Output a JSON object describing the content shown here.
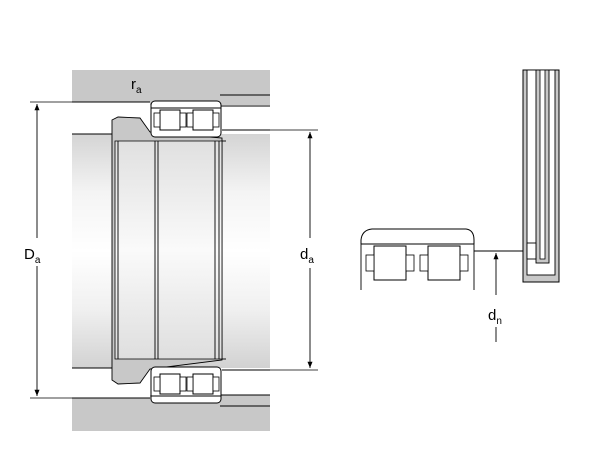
{
  "labels": {
    "ra": {
      "main": "r",
      "sub": "a"
    },
    "Da": {
      "main": "D",
      "sub": "a"
    },
    "da": {
      "main": "d",
      "sub": "a"
    },
    "dn": {
      "main": "d",
      "sub": "n"
    }
  },
  "colors": {
    "housing": "#c8c8c8",
    "shaft_light": "#f2f2f2",
    "shaft_dark": "#d6d6d6",
    "line": "#000000"
  }
}
